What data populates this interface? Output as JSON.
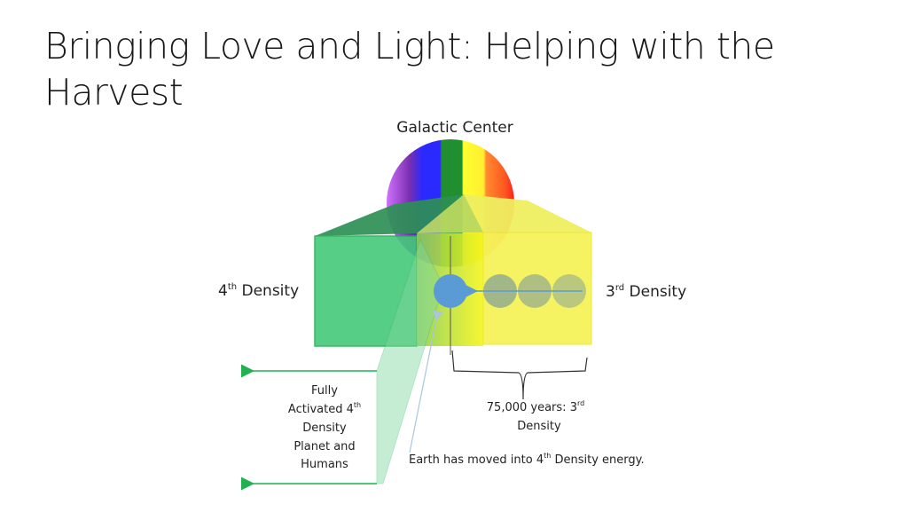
{
  "slide": {
    "title_line1": "Bringing Love and Light: Helping with the",
    "title_line2": "Harvest"
  },
  "diagram": {
    "galactic_center": "Galactic Center",
    "left_label": {
      "num": "4",
      "sup": "th",
      "text": " Density"
    },
    "right_label": {
      "num": "3",
      "sup": "rd",
      "text": " Density"
    },
    "fully_activated": [
      "Fully",
      "Activated 4",
      "Density",
      "Planet and",
      "Humans"
    ],
    "fully_activated_sup": "th",
    "years_line1": "75,000 years: 3",
    "years_sup": "rd",
    "years_line2": "Density",
    "earth_text_a": "Earth has moved into 4",
    "earth_sup": "th",
    "earth_text_b": " Density energy.",
    "colors": {
      "green": "#2fbf5f",
      "yellow": "#f2f01a",
      "blue": "#5b9bd5"
    }
  }
}
